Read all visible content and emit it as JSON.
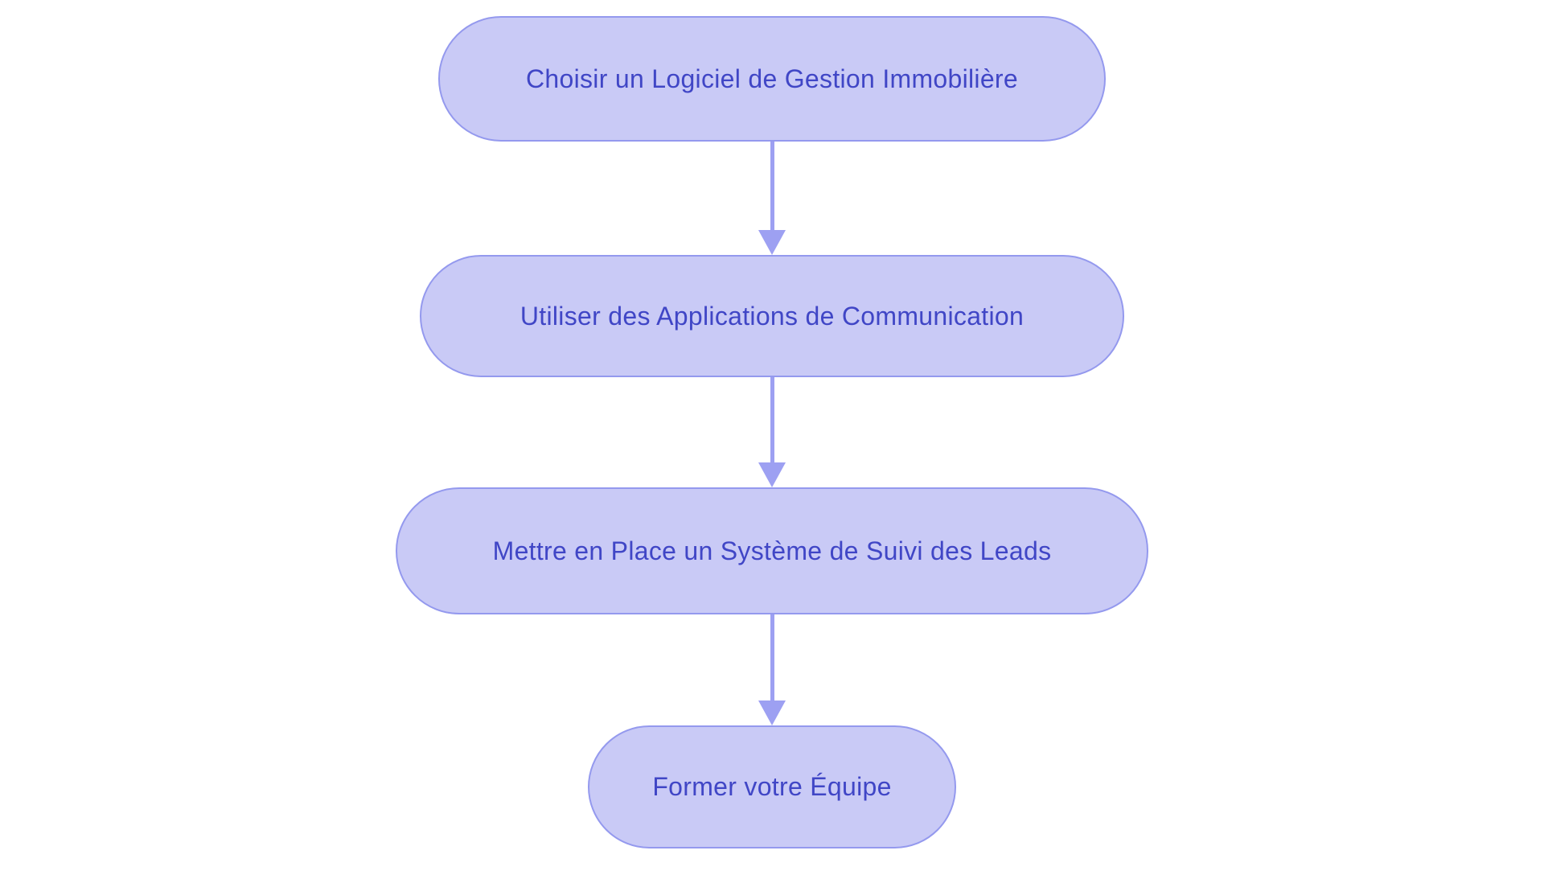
{
  "diagram": {
    "type": "flowchart",
    "direction": "top-down",
    "colors": {
      "background": "#ffffff",
      "node_fill": "#c9caf6",
      "node_border": "#9499ee",
      "node_text": "#4046c6",
      "arrow": "#9da0f2"
    },
    "nodes": [
      {
        "id": "node-1",
        "label": "Choisir un Logiciel de Gestion Immobilière"
      },
      {
        "id": "node-2",
        "label": "Utiliser des Applications de Communication"
      },
      {
        "id": "node-3",
        "label": "Mettre en Place un Système de Suivi des Leads"
      },
      {
        "id": "node-4",
        "label": "Former votre Équipe"
      }
    ],
    "connectors": [
      {
        "from": "node-1",
        "to": "node-2",
        "style": "arrow-down"
      },
      {
        "from": "node-2",
        "to": "node-3",
        "style": "arrow-down"
      },
      {
        "from": "node-3",
        "to": "node-4",
        "style": "arrow-down"
      }
    ]
  }
}
